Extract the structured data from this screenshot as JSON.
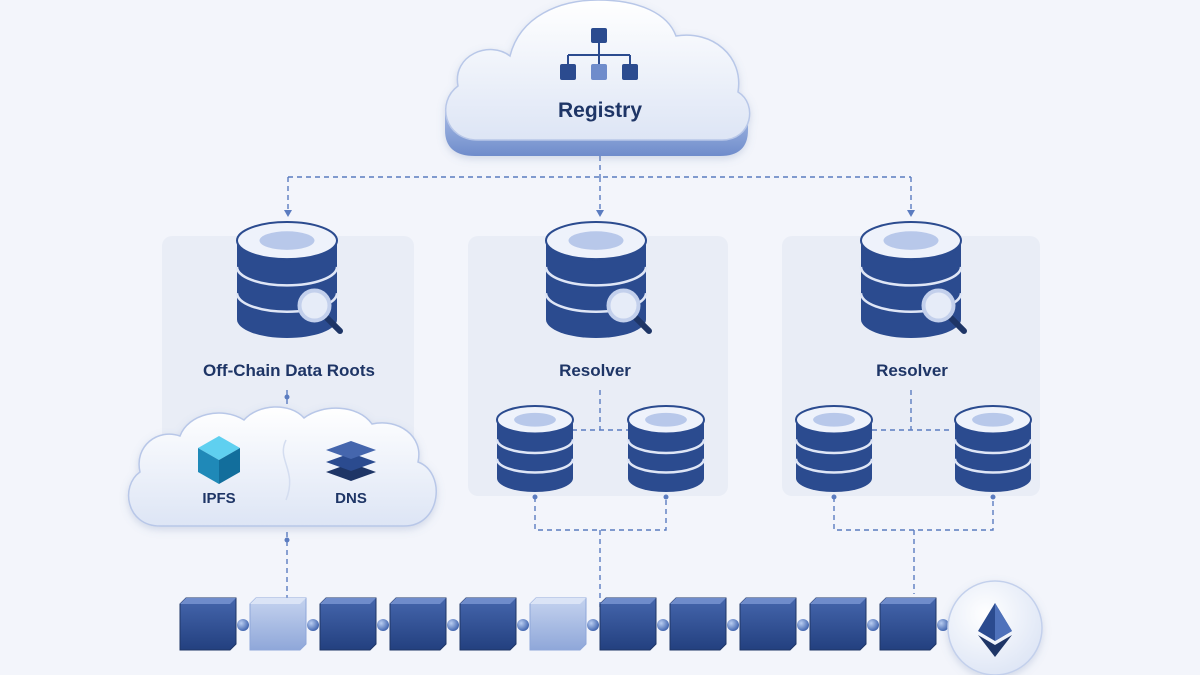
{
  "registry": {
    "label": "Registry",
    "icon": "hierarchy-icon"
  },
  "panels": [
    {
      "label": "Off-Chain Data Roots",
      "icon": "database-search-icon"
    },
    {
      "label": "Resolver",
      "icon": "database-search-icon"
    },
    {
      "label": "Resolver",
      "icon": "database-search-icon"
    }
  ],
  "storage": [
    {
      "label": "IPFS",
      "icon": "cube-icon"
    },
    {
      "label": "DNS",
      "icon": "layers-icon"
    }
  ],
  "blockchain": {
    "blocks": 11,
    "badge_icon": "ethereum-icon"
  },
  "colors": {
    "primary": "#2b4b8f",
    "primary_dark": "#1e3566",
    "light": "#dfe6f6",
    "connector": "#5b7cc0",
    "ipfs_accent": "#1f89b8",
    "background": "#f3f5fb"
  }
}
